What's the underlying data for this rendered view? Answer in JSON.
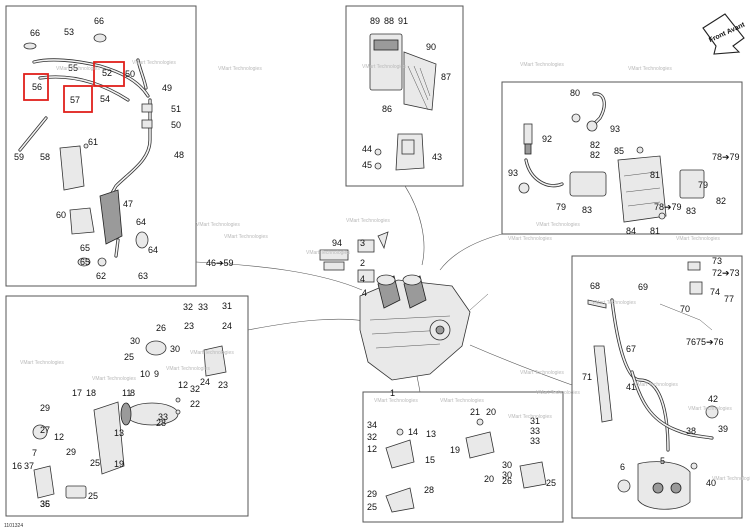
{
  "diagram": {
    "badge": "Front Avant",
    "footer_code": "1101324",
    "watermark": "VMart Technologies",
    "highlight_color": "#e0201b",
    "highlighted_parts": [
      "56",
      "52",
      "57"
    ],
    "panels": [
      {
        "id": "p1",
        "labels": [
          "66",
          "53",
          "66",
          "56",
          "55",
          "52",
          "50",
          "57",
          "54",
          "49",
          "51",
          "50",
          "61",
          "59",
          "58",
          "48",
          "47",
          "60",
          "64",
          "65",
          "65",
          "64",
          "62",
          "63"
        ]
      },
      {
        "id": "p2",
        "labels": [
          "89",
          "88",
          "91",
          "90",
          "87",
          "86",
          "44",
          "43",
          "45"
        ]
      },
      {
        "id": "p3",
        "labels": [
          "80",
          "93",
          "92",
          "82",
          "85",
          "78➔79",
          "93",
          "82",
          "81",
          "79",
          "82",
          "83",
          "78➔79",
          "79",
          "84",
          "81",
          "83"
        ]
      },
      {
        "id": "p4",
        "labels": [
          "32",
          "33",
          "31",
          "23",
          "24",
          "26",
          "30",
          "25",
          "30",
          "10",
          "9",
          "12",
          "11",
          "8",
          "33",
          "32",
          "22",
          "23",
          "24",
          "17",
          "18",
          "13",
          "12",
          "29",
          "27",
          "29",
          "28",
          "7",
          "25",
          "19",
          "16",
          "37",
          "25",
          "35",
          "36"
        ]
      },
      {
        "id": "p5",
        "labels": [
          "34",
          "21",
          "20",
          "31",
          "33",
          "32",
          "14",
          "13",
          "33",
          "12",
          "15",
          "19",
          "30",
          "30",
          "20",
          "26",
          "25",
          "29",
          "28",
          "25"
        ]
      },
      {
        "id": "p6",
        "labels": [
          "73",
          "68",
          "72➔73",
          "69",
          "74",
          "77",
          "70",
          "67",
          "76",
          "75➔76",
          "71",
          "41",
          "42",
          "39",
          "38",
          "6",
          "5",
          "40"
        ]
      }
    ],
    "center_labels": [
      "94",
      "3",
      "2",
      "4",
      "4",
      "1"
    ],
    "connector_labels": [
      "46➔59"
    ]
  }
}
